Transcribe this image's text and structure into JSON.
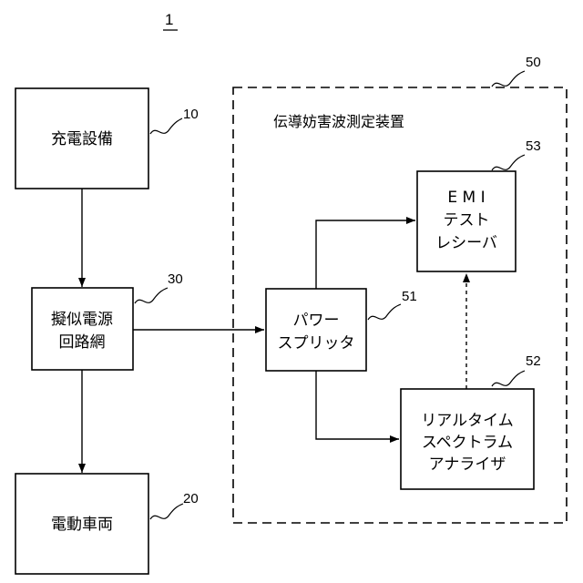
{
  "figure": {
    "label": "1"
  },
  "blocks": {
    "charging": {
      "ref": "10",
      "lines": [
        "充電設備"
      ]
    },
    "lisn": {
      "ref": "30",
      "lines": [
        "擬似電源",
        "回路網"
      ]
    },
    "vehicle": {
      "ref": "20",
      "lines": [
        "電動車両"
      ]
    },
    "system": {
      "ref": "50",
      "title": "伝導妨害波測定装置"
    },
    "splitter": {
      "ref": "51",
      "lines": [
        "パワー",
        "スプリッタ"
      ]
    },
    "analyzer": {
      "ref": "52",
      "lines": [
        "リアルタイム",
        "スペクトラム",
        "アナライザ"
      ]
    },
    "receiver": {
      "ref": "53",
      "lines": [
        "E M I",
        "テスト",
        "レシーバ"
      ]
    }
  }
}
